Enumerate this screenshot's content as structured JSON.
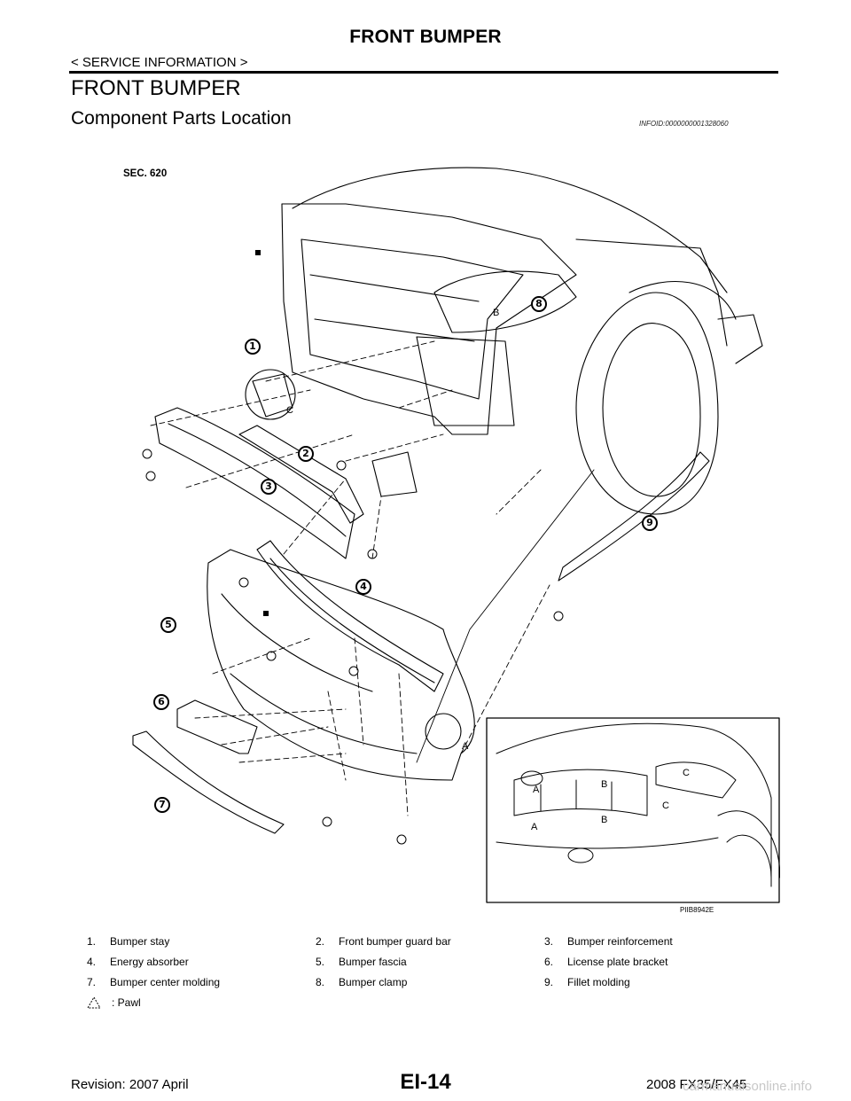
{
  "header": {
    "title": "FRONT BUMPER",
    "breadcrumb": "< SERVICE INFORMATION >"
  },
  "section": {
    "title": "FRONT BUMPER",
    "subtitle": "Component Parts Location",
    "infoid": "INFOID:0000000001328060"
  },
  "diagram": {
    "sec_label": "SEC. 620",
    "ref_code": "PIIB8942E",
    "callouts": [
      "1",
      "2",
      "3",
      "4",
      "5",
      "6",
      "7",
      "8",
      "9"
    ],
    "letters": {
      "main_b": "B",
      "main_c": "C",
      "main_a": "A",
      "inset_a1": "A",
      "inset_a2": "A",
      "inset_b1": "B",
      "inset_b2": "B",
      "inset_c1": "C",
      "inset_c2": "C"
    }
  },
  "legend": {
    "rows": [
      [
        {
          "num": "1.",
          "label": "Bumper stay"
        },
        {
          "num": "2.",
          "label": "Front bumper guard bar"
        },
        {
          "num": "3.",
          "label": "Bumper reinforcement"
        }
      ],
      [
        {
          "num": "4.",
          "label": "Energy absorber"
        },
        {
          "num": "5.",
          "label": "Bumper fascia"
        },
        {
          "num": "6.",
          "label": "License plate bracket"
        }
      ],
      [
        {
          "num": "7.",
          "label": "Bumper center molding"
        },
        {
          "num": "8.",
          "label": "Bumper clamp"
        },
        {
          "num": "9.",
          "label": "Fillet molding"
        }
      ]
    ],
    "pawl_label": ": Pawl"
  },
  "footer": {
    "revision": "Revision: 2007 April",
    "page": "EI-14",
    "model": "2008 FX35/FX45",
    "watermark": "carmanualsonline.info"
  }
}
